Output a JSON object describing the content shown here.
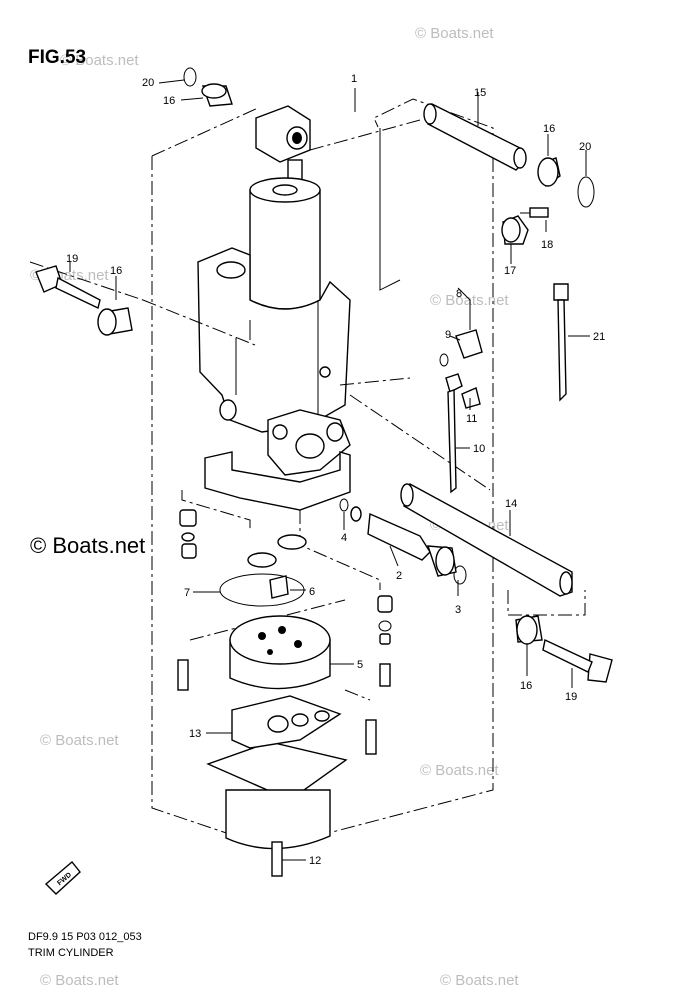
{
  "figure_label": "FIG.53",
  "footer": {
    "code": "DF9.9 15 P03 012_053",
    "title": "TRIM CYLINDER"
  },
  "watermark": "© Boats.net",
  "copyright_mark": "© Boats.net",
  "fwd_label": "FWD",
  "part_numbers": [
    "1",
    "2",
    "3",
    "4",
    "5",
    "6",
    "7",
    "8",
    "9",
    "10",
    "11",
    "12",
    "13",
    "14",
    "15",
    "16",
    "16",
    "16",
    "16",
    "17",
    "18",
    "19",
    "19",
    "20",
    "20",
    "21"
  ]
}
